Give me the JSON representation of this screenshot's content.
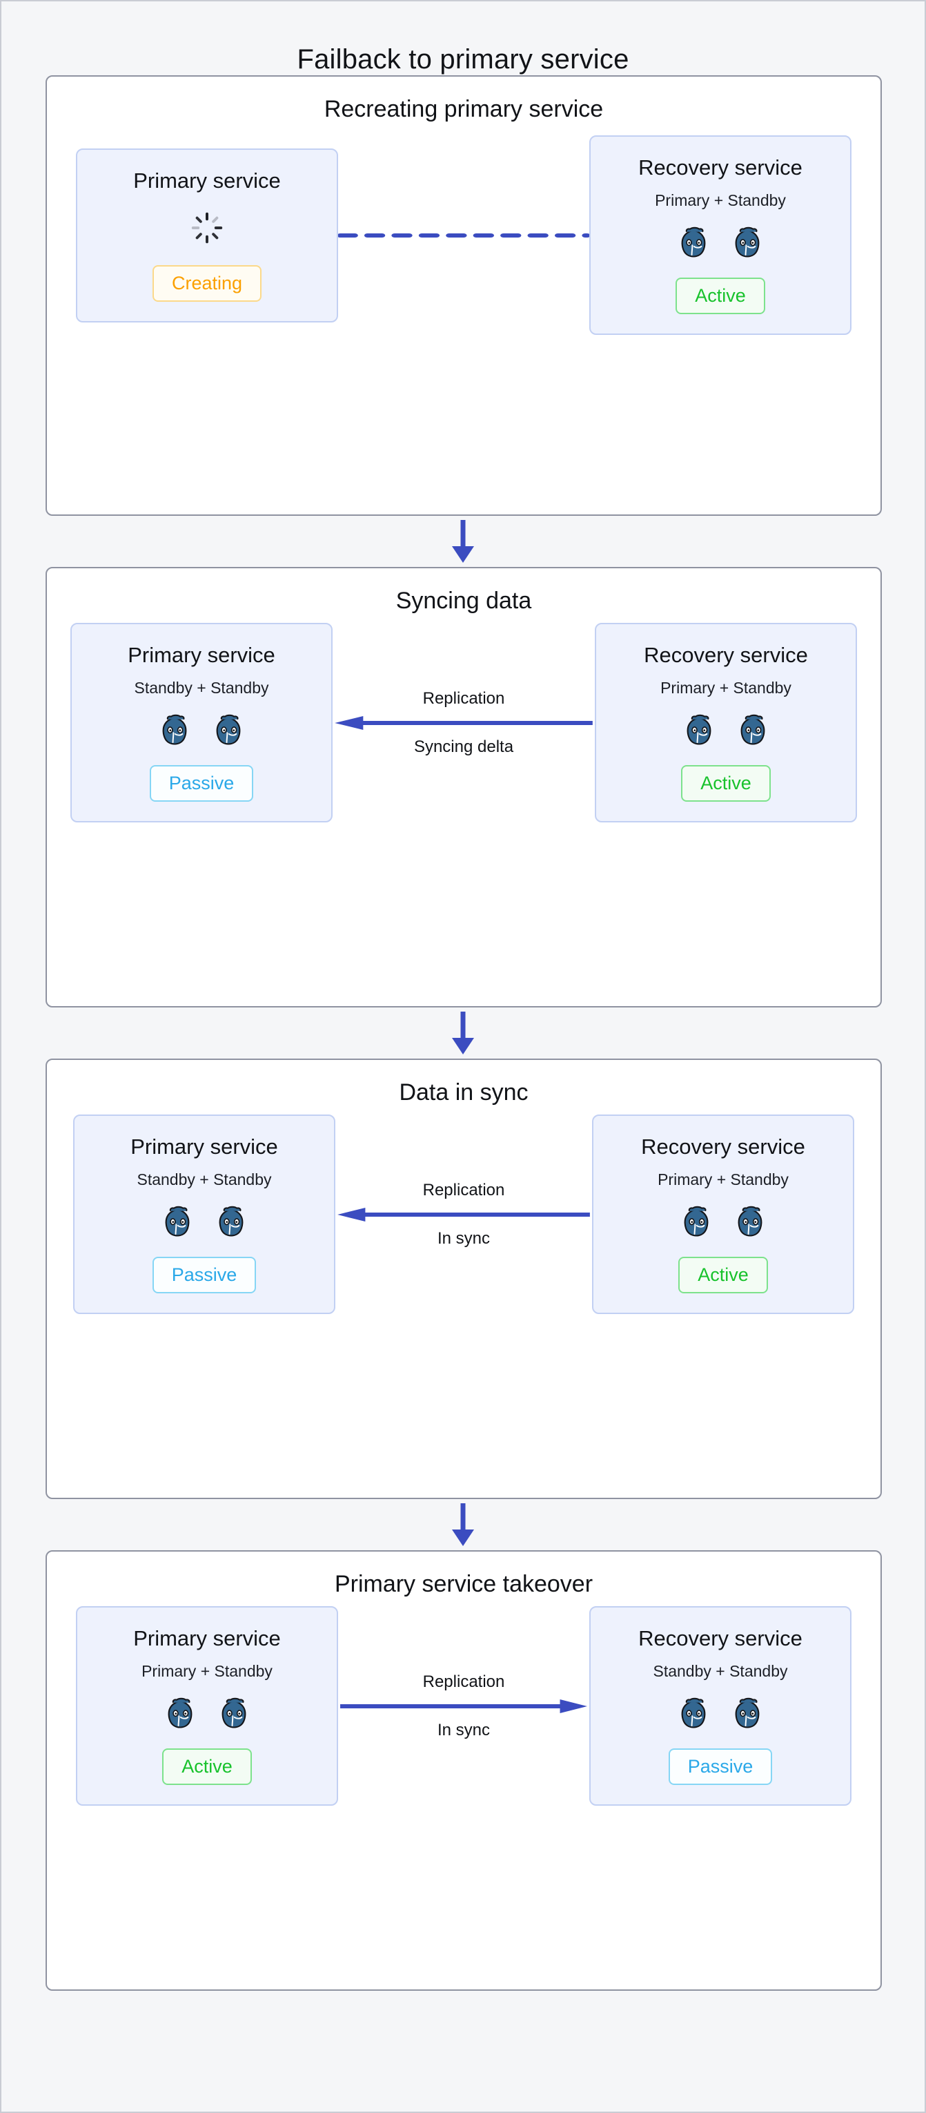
{
  "diagram": {
    "title": "Failback to primary service",
    "background_color": "#f5f6f8",
    "accent_color": "#3b4cc0",
    "card_bg_color": "#eef2fd",
    "card_border_color": "#c2d0f3"
  },
  "icons": {
    "postgres": "postgresql-elephant-icon",
    "spinner": "loading-spinner-icon",
    "arrow_down": "arrow-down-icon",
    "arrow_left": "arrow-left-icon",
    "arrow_right": "arrow-right-icon",
    "dashed_link": "dashed-link-icon"
  },
  "stages": [
    {
      "id": "recreating-primary-service",
      "title": "Recreating primary service",
      "left": {
        "title": "Primary service",
        "subtitle": "",
        "nodes": 0,
        "status": "Creating",
        "status_kind": "creating",
        "has_spinner": true
      },
      "connector": {
        "kind": "dashed",
        "direction": "none",
        "label_top": "",
        "label_bottom": ""
      },
      "right": {
        "title": "Recovery service",
        "subtitle": "Primary + Standby",
        "nodes": 2,
        "status": "Active",
        "status_kind": "active",
        "has_spinner": false
      }
    },
    {
      "id": "syncing-data",
      "title": "Syncing data",
      "left": {
        "title": "Primary service",
        "subtitle": "Standby + Standby",
        "nodes": 2,
        "status": "Passive",
        "status_kind": "passive",
        "has_spinner": false
      },
      "connector": {
        "kind": "solid",
        "direction": "left",
        "label_top": "Replication",
        "label_bottom": "Syncing delta"
      },
      "right": {
        "title": "Recovery service",
        "subtitle": "Primary + Standby",
        "nodes": 2,
        "status": "Active",
        "status_kind": "active",
        "has_spinner": false
      }
    },
    {
      "id": "data-in-sync",
      "title": "Data in sync",
      "left": {
        "title": "Primary service",
        "subtitle": "Standby + Standby",
        "nodes": 2,
        "status": "Passive",
        "status_kind": "passive",
        "has_spinner": false
      },
      "connector": {
        "kind": "solid",
        "direction": "left",
        "label_top": "Replication",
        "label_bottom": "In sync"
      },
      "right": {
        "title": "Recovery service",
        "subtitle": "Primary + Standby",
        "nodes": 2,
        "status": "Active",
        "status_kind": "active",
        "has_spinner": false
      }
    },
    {
      "id": "primary-service-takeover",
      "title": "Primary service takeover",
      "left": {
        "title": "Primary service",
        "subtitle": "Primary + Standby",
        "nodes": 2,
        "status": "Active",
        "status_kind": "active",
        "has_spinner": false
      },
      "connector": {
        "kind": "solid",
        "direction": "right",
        "label_top": "Replication",
        "label_bottom": "In sync"
      },
      "right": {
        "title": "Recovery service",
        "subtitle": "Standby + Standby",
        "nodes": 2,
        "status": "Passive",
        "status_kind": "passive",
        "has_spinner": false
      }
    }
  ]
}
